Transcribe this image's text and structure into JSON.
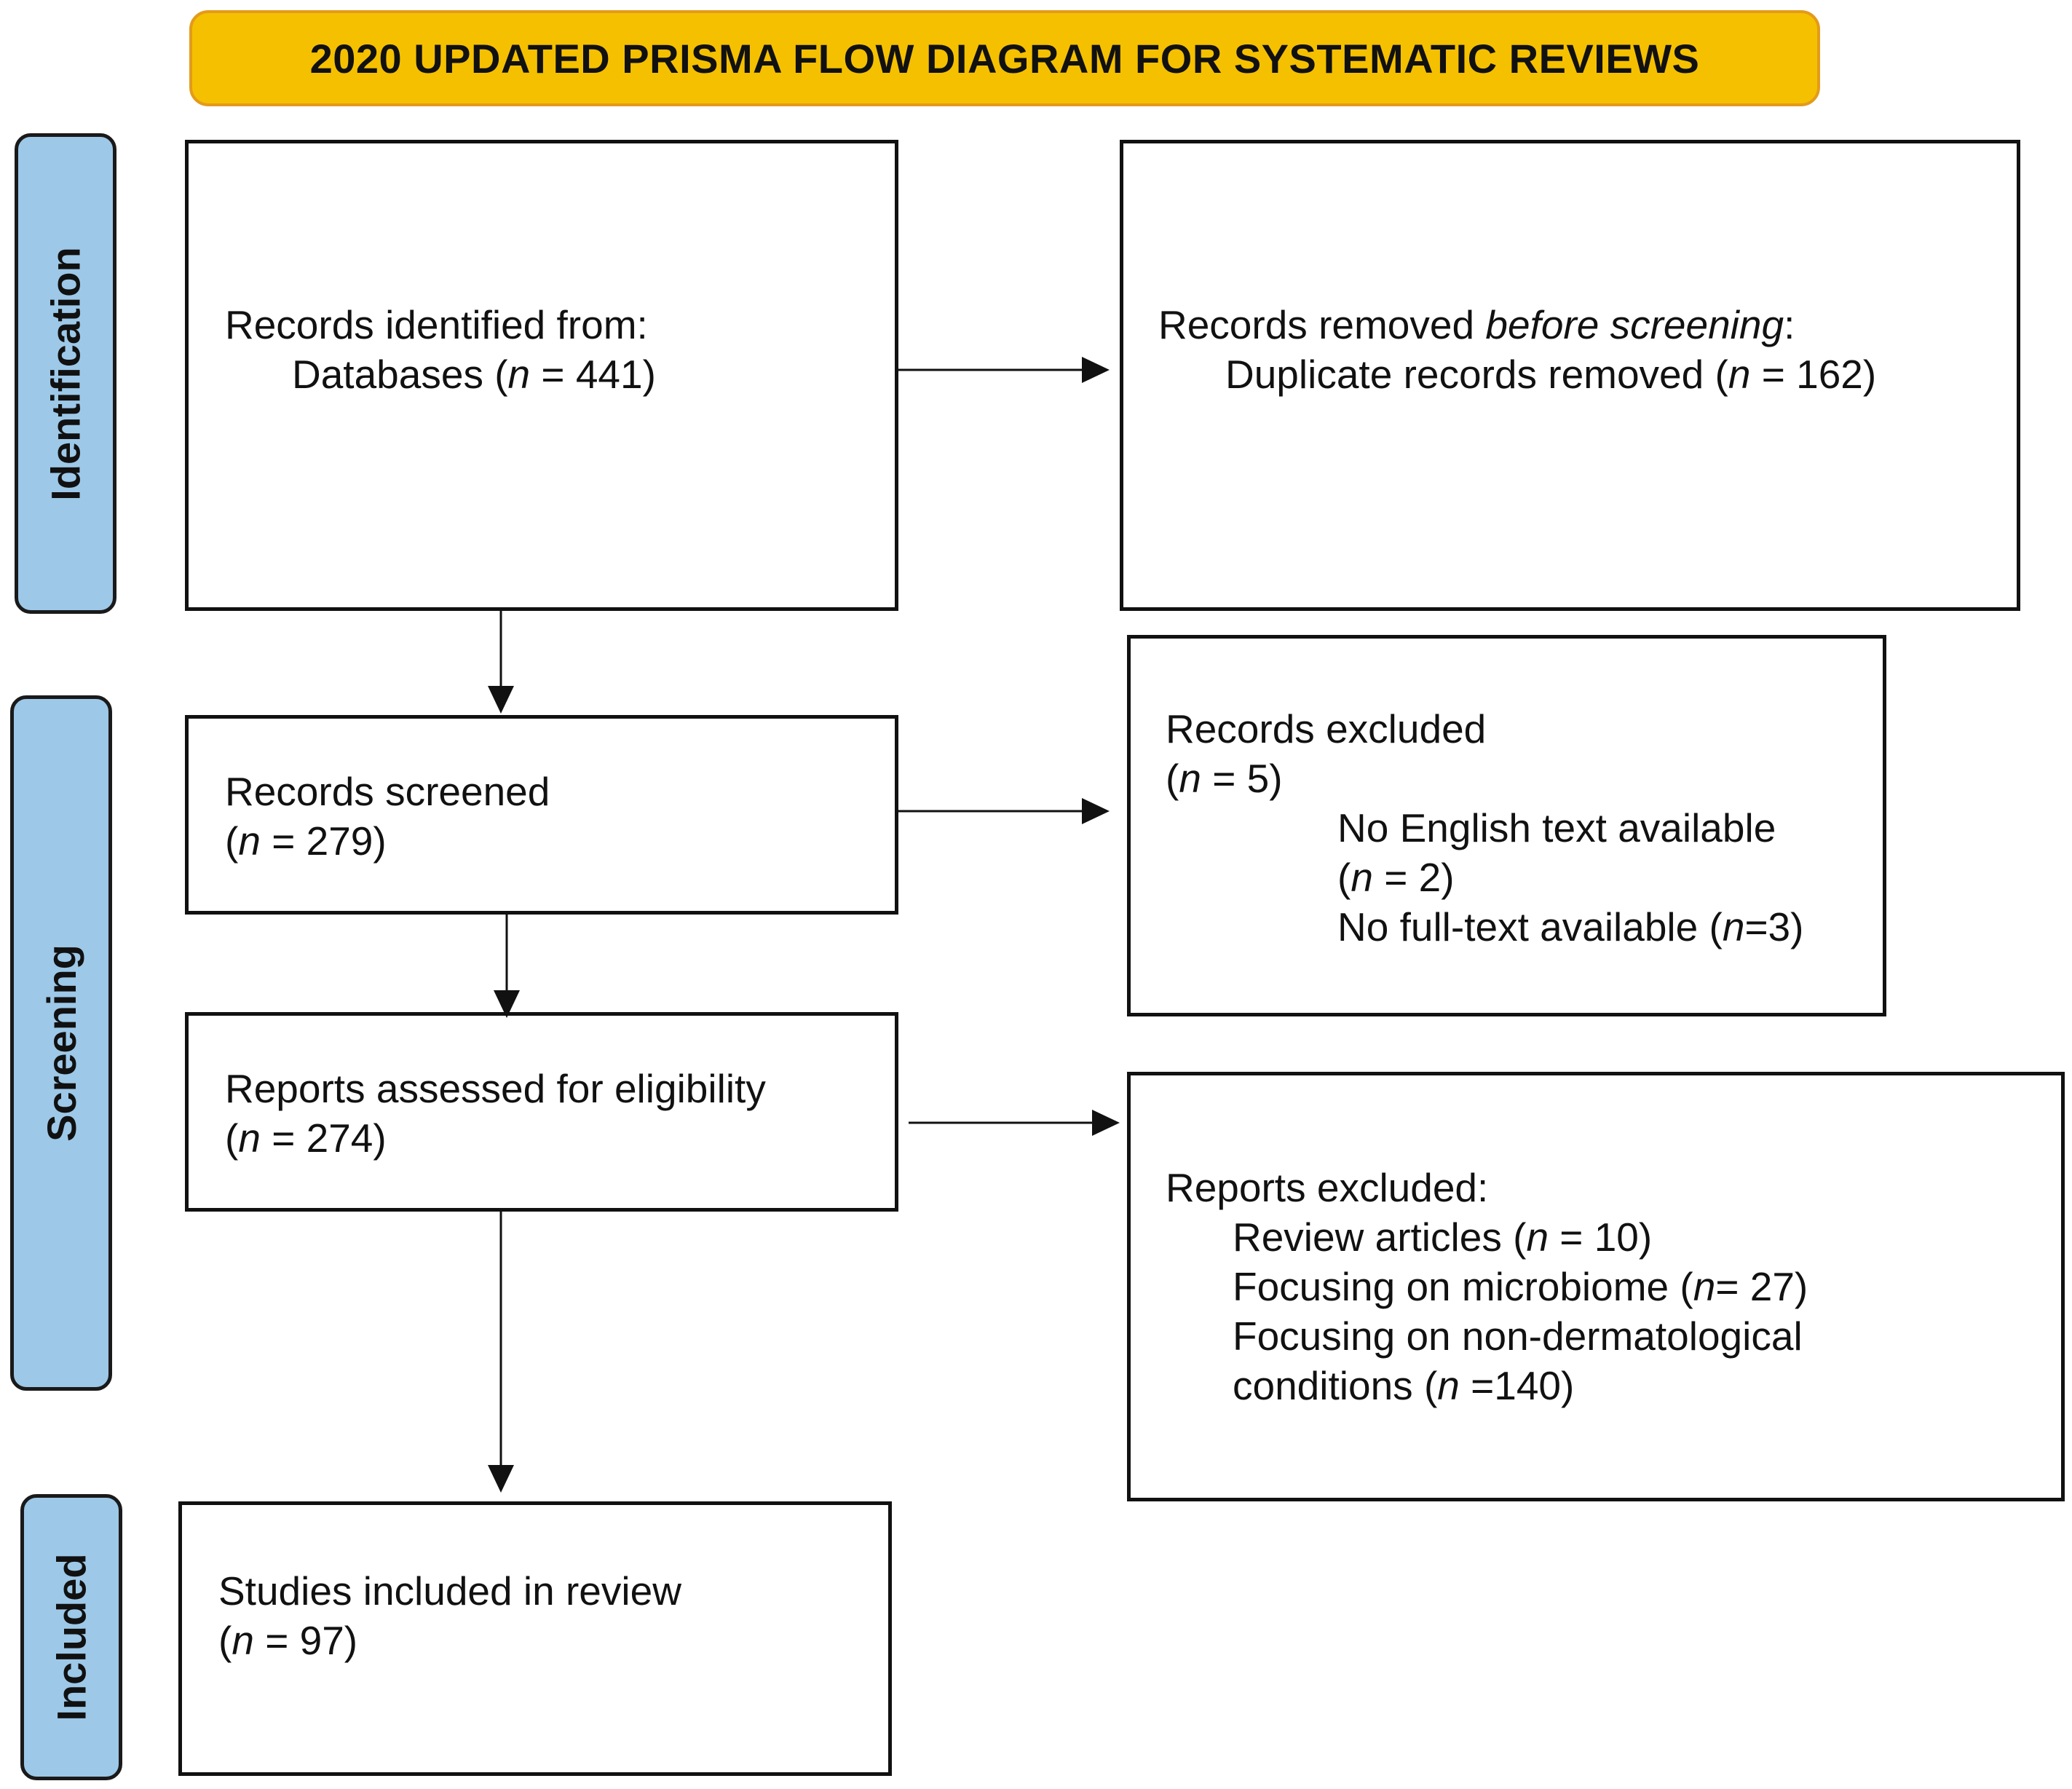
{
  "title": "2020 UPDATED PRISMA FLOW DIAGRAM FOR SYSTEMATIC REVIEWS",
  "stages": {
    "identification": "Identification",
    "screening": "Screening",
    "included": "Included"
  },
  "identified": {
    "heading": "Records identified from:",
    "databases_prefix": "Databases (",
    "n_symbol": "n",
    "databases_suffix": " = 441)"
  },
  "removed": {
    "heading_prefix": "Records removed ",
    "heading_em": "before screening",
    "heading_suffix": ":",
    "duplicates_prefix": "Duplicate records removed (",
    "n_symbol": "n",
    "duplicates_suffix": " = 162)"
  },
  "screened": {
    "heading": "Records screened",
    "count_prefix": "(",
    "n_symbol": "n",
    "count_suffix": " = 279)"
  },
  "records_excluded": {
    "heading": "Records excluded",
    "count_prefix": "(",
    "n_symbol": "n",
    "count_suffix": " = 5)",
    "reason1": "No English text available",
    "reason1_prefix": "(",
    "reason1_suffix": " = 2)",
    "reason2_prefix": "No full-text available (",
    "reason2_suffix": "=3)"
  },
  "assessed": {
    "heading": "Reports assessed for eligibility",
    "count_prefix": "(",
    "n_symbol": "n",
    "count_suffix": " = 274)"
  },
  "reports_excluded": {
    "heading": "Reports excluded:",
    "review_prefix": "Review articles (",
    "review_suffix": " = 10)",
    "microbiome_prefix": "Focusing on microbiome (",
    "microbiome_suffix": "= 27)",
    "nondermatological_line1": "Focusing on non-dermatological",
    "nondermatological_prefix": "conditions (",
    "nondermatological_suffix": " =140)",
    "n_symbol": "n"
  },
  "included": {
    "heading": "Studies included in review",
    "count_prefix": "(",
    "n_symbol": "n",
    "count_suffix": " = 97)"
  }
}
